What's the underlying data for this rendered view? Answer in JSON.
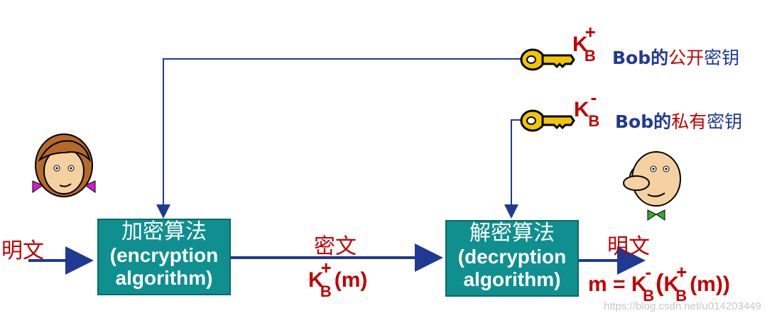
{
  "plaintext_left": "明文",
  "plaintext_right": "明文",
  "ciphertext_label": "密文",
  "encrypt_box": {
    "line1": "加密算法",
    "line2": "(encryption",
    "line3": "algorithm)"
  },
  "decrypt_box": {
    "line1": "解密算法",
    "line2": "(decryption",
    "line3": "algorithm)"
  },
  "public_key": {
    "k": "K",
    "sup": "+",
    "sub": "B",
    "owner": "Bob的",
    "label_red": "公开",
    "label_blue": "密钥"
  },
  "private_key": {
    "k": "K",
    "sup": "-",
    "sub": "B",
    "owner": "Bob的",
    "label_red": "私有",
    "label_blue": "密钥"
  },
  "cipher_formula": {
    "k": "K",
    "sup": "+",
    "sub": "B",
    "arg": "(m)"
  },
  "result_formula": {
    "prefix": "m = ",
    "k1": "K",
    "sup1": "-",
    "sub1": "B",
    "paren_open": "(",
    "k2": "K",
    "sup2": "+",
    "sub2": "B",
    "arg": "(m))"
  },
  "watermark": "https://blog.csdn.net/u014203449",
  "colors": {
    "box": "#0f8f8f",
    "arrow": "#1f3a93",
    "red": "#c00000",
    "key": "#f2c500"
  }
}
